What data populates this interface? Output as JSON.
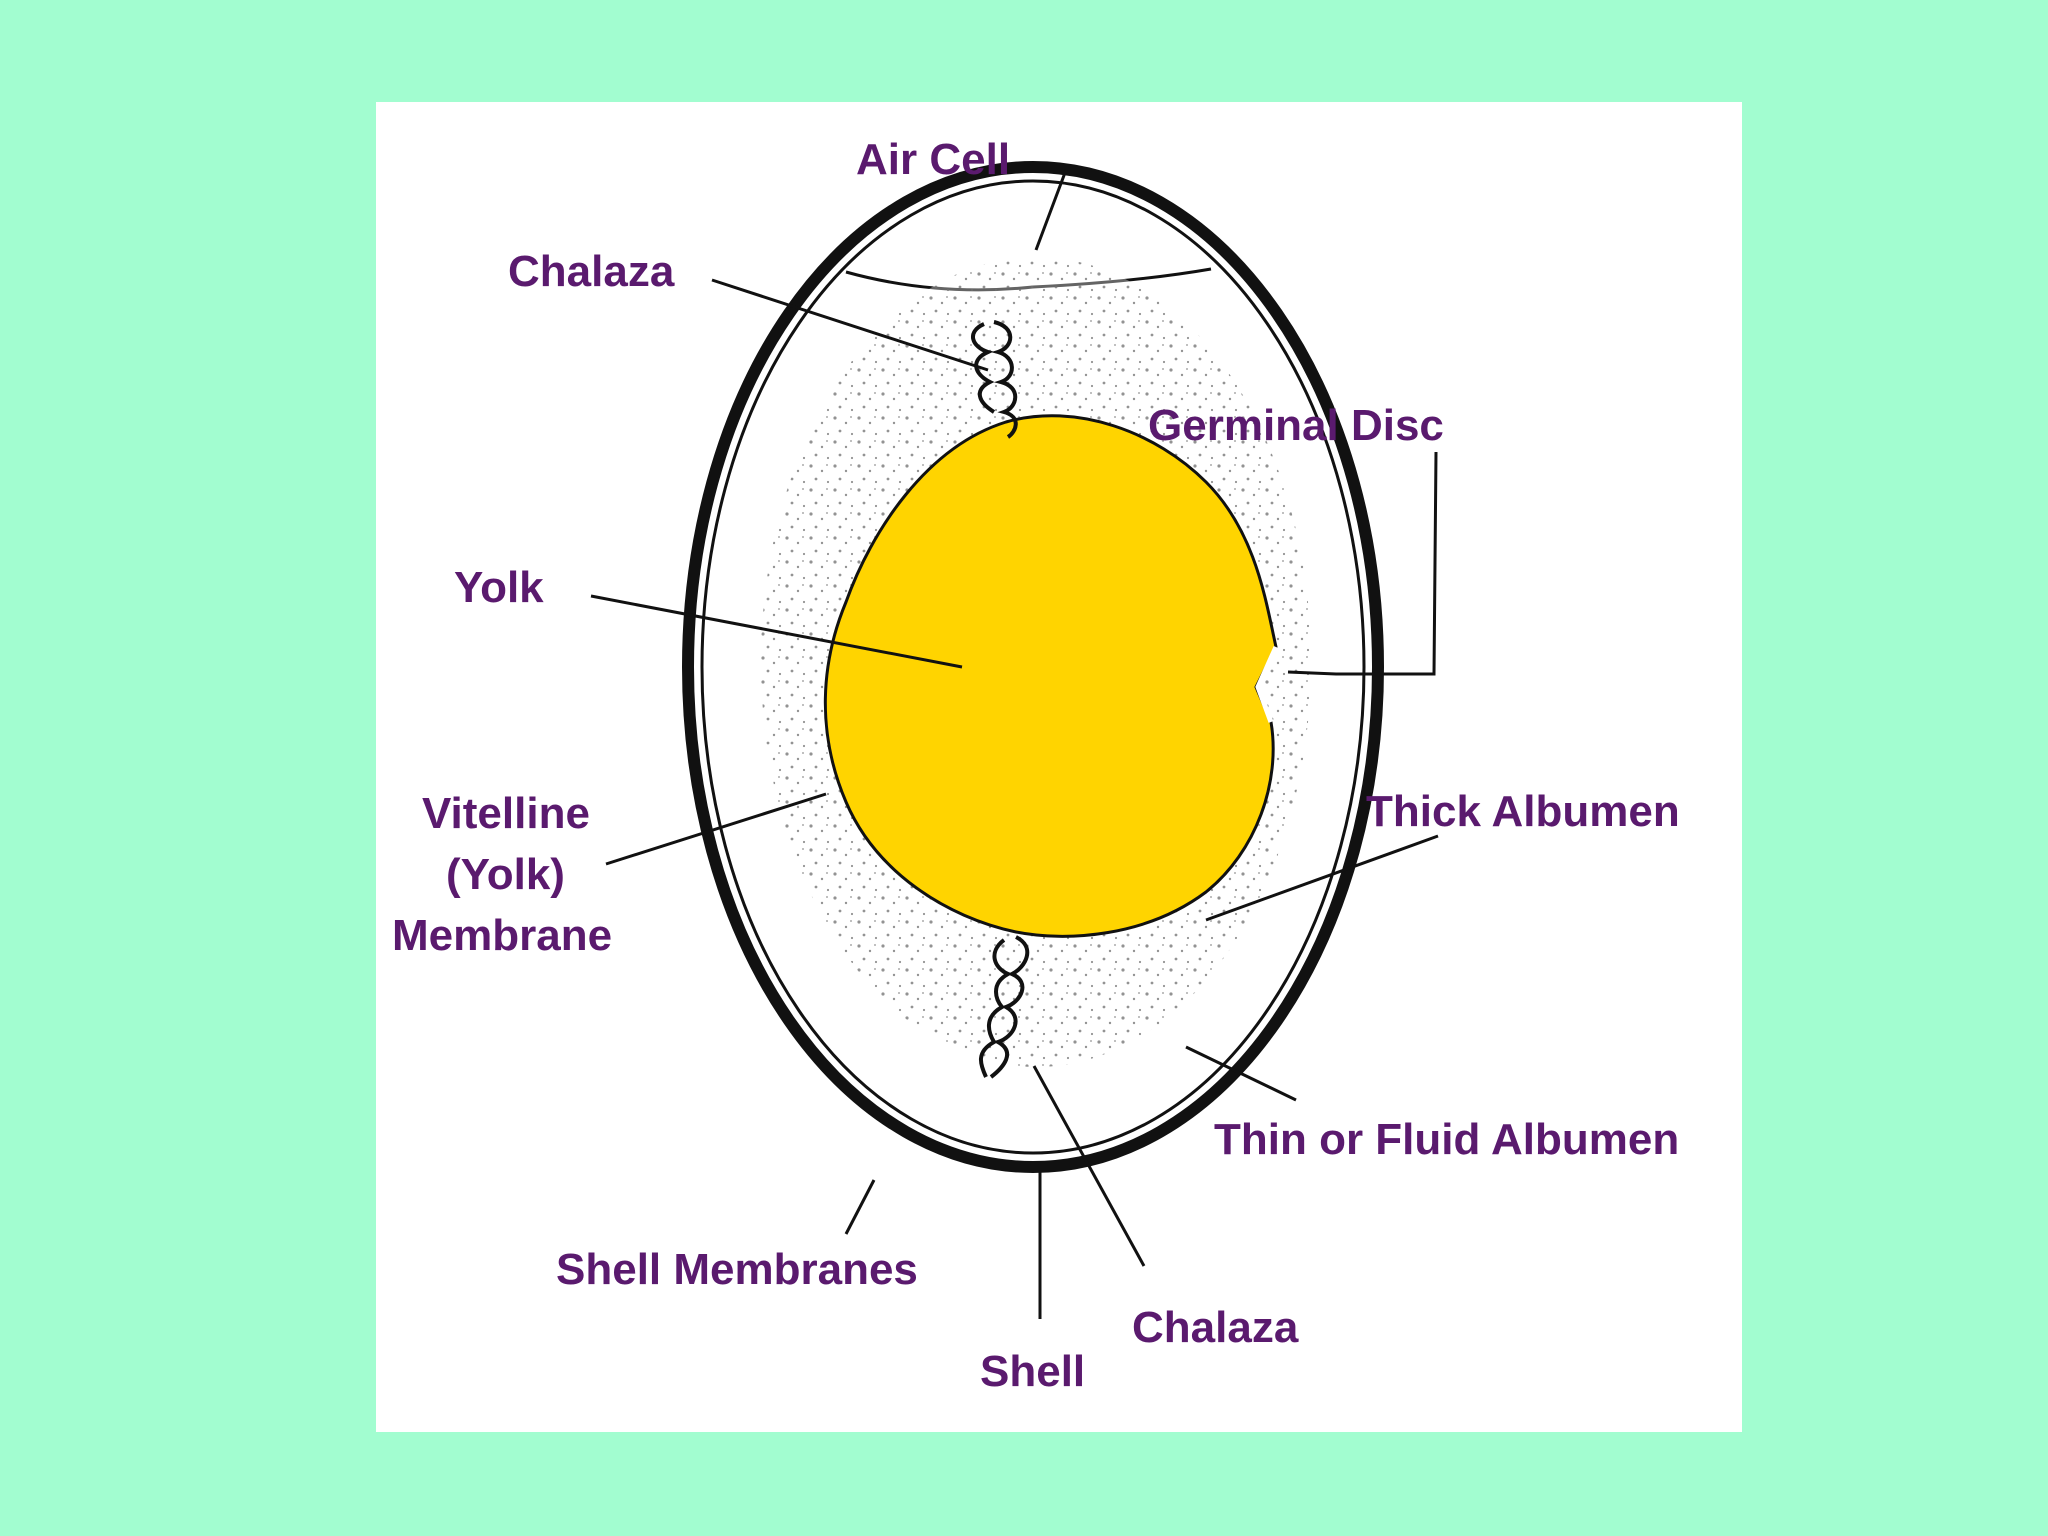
{
  "colors": {
    "background": "#a2fdd0",
    "panel": "#ffffff",
    "yolk": "#ffd400",
    "outline": "#111111",
    "label": "#5a1a6e"
  },
  "labels": {
    "air_cell": "Air Cell",
    "chalaza_top": "Chalaza",
    "germinal_disc": "Germinal Disc",
    "yolk": "Yolk",
    "vitelline_line1": "Vitelline",
    "vitelline_line2": "(Yolk)",
    "vitelline_line3": "Membrane",
    "thick_albumen": "Thick Albumen",
    "thin_albumen": "Thin or Fluid Albumen",
    "shell_membranes": "Shell Membranes",
    "shell": "Shell",
    "chalaza_bottom": "Chalaza"
  }
}
